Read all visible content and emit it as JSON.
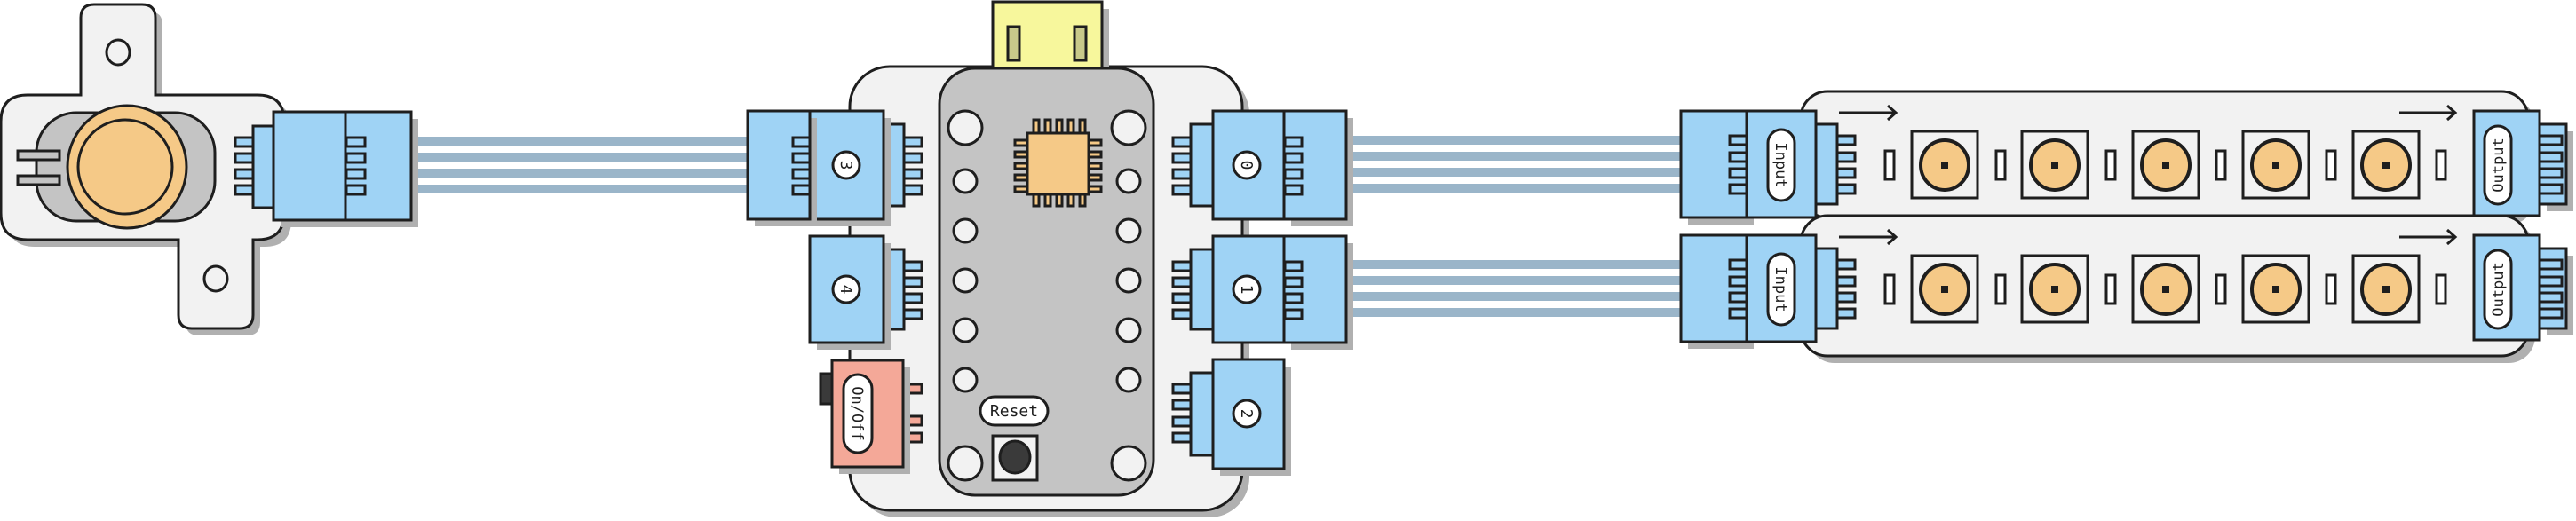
{
  "labels": {
    "port_0": "0",
    "port_1": "1",
    "port_2": "2",
    "port_3": "3",
    "port_4": "4",
    "power_switch": "On/Off",
    "reset": "Reset"
  },
  "strips": [
    {
      "input": "Input",
      "output": "Output",
      "led_count": 5
    },
    {
      "input": "Input",
      "output": "Output",
      "led_count": 5
    }
  ],
  "colors": {
    "stroke": "#1e1e1e",
    "board": "#f2f2f2",
    "shadow": "#b0b0b0",
    "connector": "#9fd3f5",
    "wire": "#9ab5c9",
    "chip_body": "#c4c4c4",
    "led": "#f5c987",
    "usb": "#f7f79c",
    "switch": "#f4a898"
  }
}
